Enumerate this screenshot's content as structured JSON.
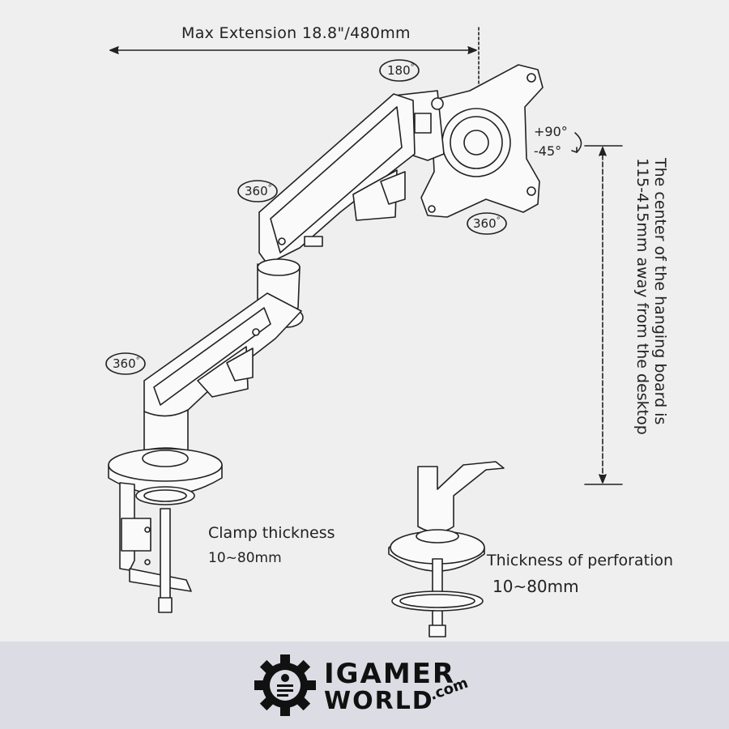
{
  "dimensions": {
    "max_extension": "Max Extension 18.8\"/480mm",
    "tilt_up": "+90°",
    "tilt_down": "-45°",
    "height_line1": "The center of the hanging board is",
    "height_line2": "115-415mm away from the desktop"
  },
  "rotations": {
    "head_top": "180",
    "upper_arm": "360",
    "plate": "360",
    "base": "360",
    "degree_mark": "°"
  },
  "clamp": {
    "title": "Clamp thickness",
    "value": "10~80mm"
  },
  "perforation": {
    "title": "Thickness of perforation",
    "value": "10~80mm"
  },
  "brand": {
    "line1": "IGAMER",
    "line2": "WORLD",
    "suffix": ".com",
    "colors": {
      "footer_bg": "#dcdce4",
      "ink": "#111111",
      "background": "#efefef"
    }
  }
}
